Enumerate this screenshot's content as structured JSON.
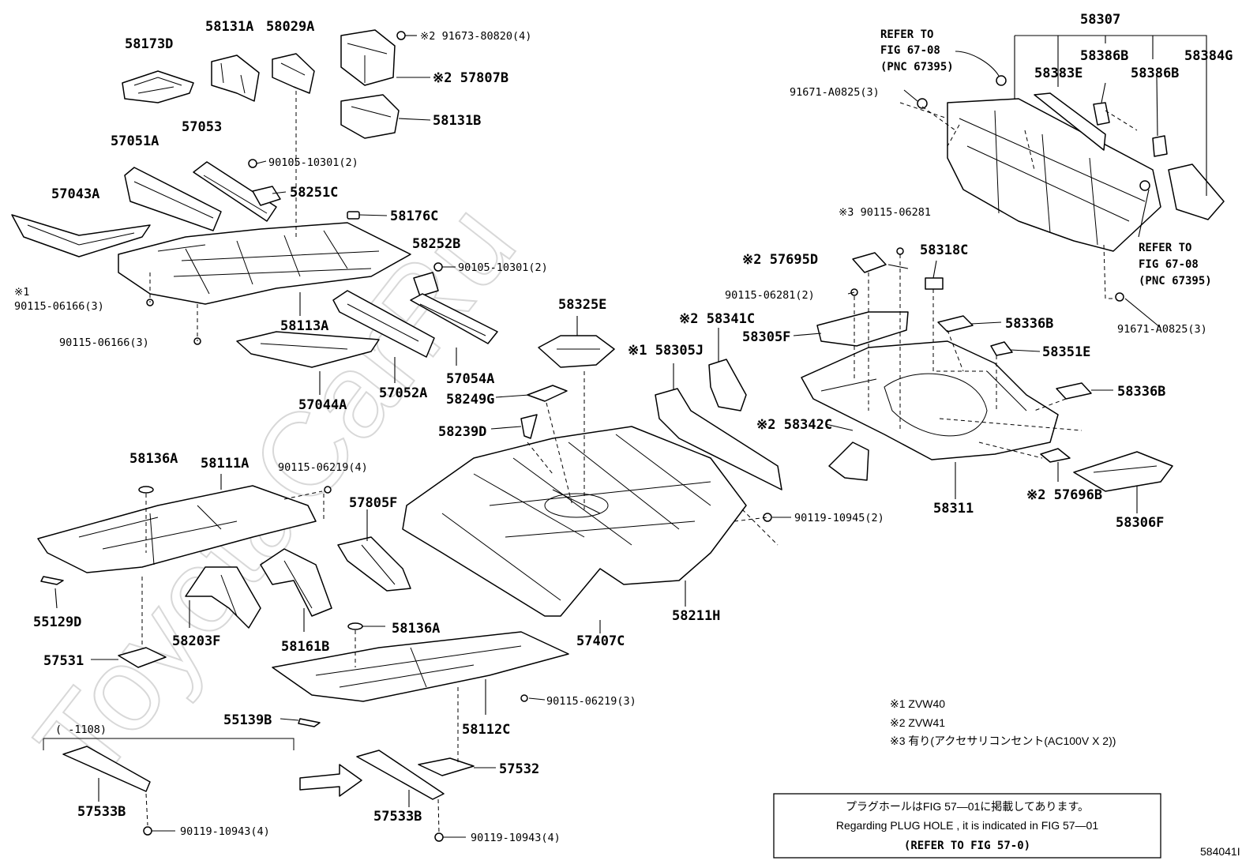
{
  "watermark": "ToyotaCarRu",
  "diagram_id": "584041I",
  "labels": {
    "p58173D": "58173D",
    "p58131A": "58131A",
    "p58029A": "58029A",
    "p91673": "※2 91673-80820(4)",
    "p57807B": "※2 57807B",
    "p58131B": "58131B",
    "p57051A": "57051A",
    "p57053": "57053",
    "p90105a": "90105-10301(2)",
    "p58251C": "58251C",
    "p57043A": "57043A",
    "p58176C": "58176C",
    "p58252B": "58252B",
    "p90105b": "90105-10301(2)",
    "p_note1": "※1",
    "p90115_166a": "90115-06166(3)",
    "p58113A": "58113A",
    "p90115_166b": "90115-06166(3)",
    "p57044A": "57044A",
    "p57052A": "57052A",
    "p57054A": "57054A",
    "p58325E": "58325E",
    "p58249G": "58249G",
    "p58239D": "58239D",
    "p58136A_top": "58136A",
    "p58111A": "58111A",
    "p90115_219a": "90115-06219(4)",
    "p57805F": "57805F",
    "p55129D": "55129D",
    "p58203F": "58203F",
    "p58161B": "58161B",
    "p58136A_bot": "58136A",
    "p57531": "57531",
    "p57407C": "57407C",
    "p58211H": "58211H",
    "p90115_219b": "90115-06219(3)",
    "p55139B": "55139B",
    "p58112C": "58112C",
    "p1108": "(     -1108)",
    "p57532": "57532",
    "p57533B_a": "57533B",
    "p57533B_b": "57533B",
    "p90119_943a": "90119-10943(4)",
    "p90119_943b": "90119-10943(4)",
    "p58307": "58307",
    "p58386B_a": "58386B",
    "p58384G": "58384G",
    "p58383E": "58383E",
    "p58386B_b": "58386B",
    "refer_top_1": "REFER TO",
    "refer_top_2": "FIG 67-08",
    "refer_top_3": "(PNC 67395)",
    "p91671a": "91671-A0825(3)",
    "refer_right_1": "REFER TO",
    "refer_right_2": "FIG 67-08",
    "refer_right_3": "(PNC 67395)",
    "p91671b": "91671-A0825(3)",
    "p90115_281a": "※3 90115-06281",
    "p57695D": "※2 57695D",
    "p58318C": "58318C",
    "p90115_281b": "90115-06281(2)",
    "p58341C": "※2 58341C",
    "p58305F": "58305F",
    "p58336B_a": "58336B",
    "p58351E": "58351E",
    "p58305J": "※1 58305J",
    "p58336B_b": "58336B",
    "p58342C": "※2 58342C",
    "p90119_945": "90119-10945(2)",
    "p58311": "58311",
    "p57696B": "※2 57696B",
    "p58306F": "58306F"
  },
  "legend": {
    "l1": "※1 ZVW40",
    "l2": "※2 ZVW41",
    "l3": "※3 有り(アクセサリコンセント(AC100V X 2))"
  },
  "notebox": {
    "jp": "プラグホールはFIG 57—01に掲載してあります。",
    "en": "Regarding  PLUG  HOLE , it is indicated in FIG  57—01",
    "ref": "(REFER TO FIG 57-0)"
  }
}
